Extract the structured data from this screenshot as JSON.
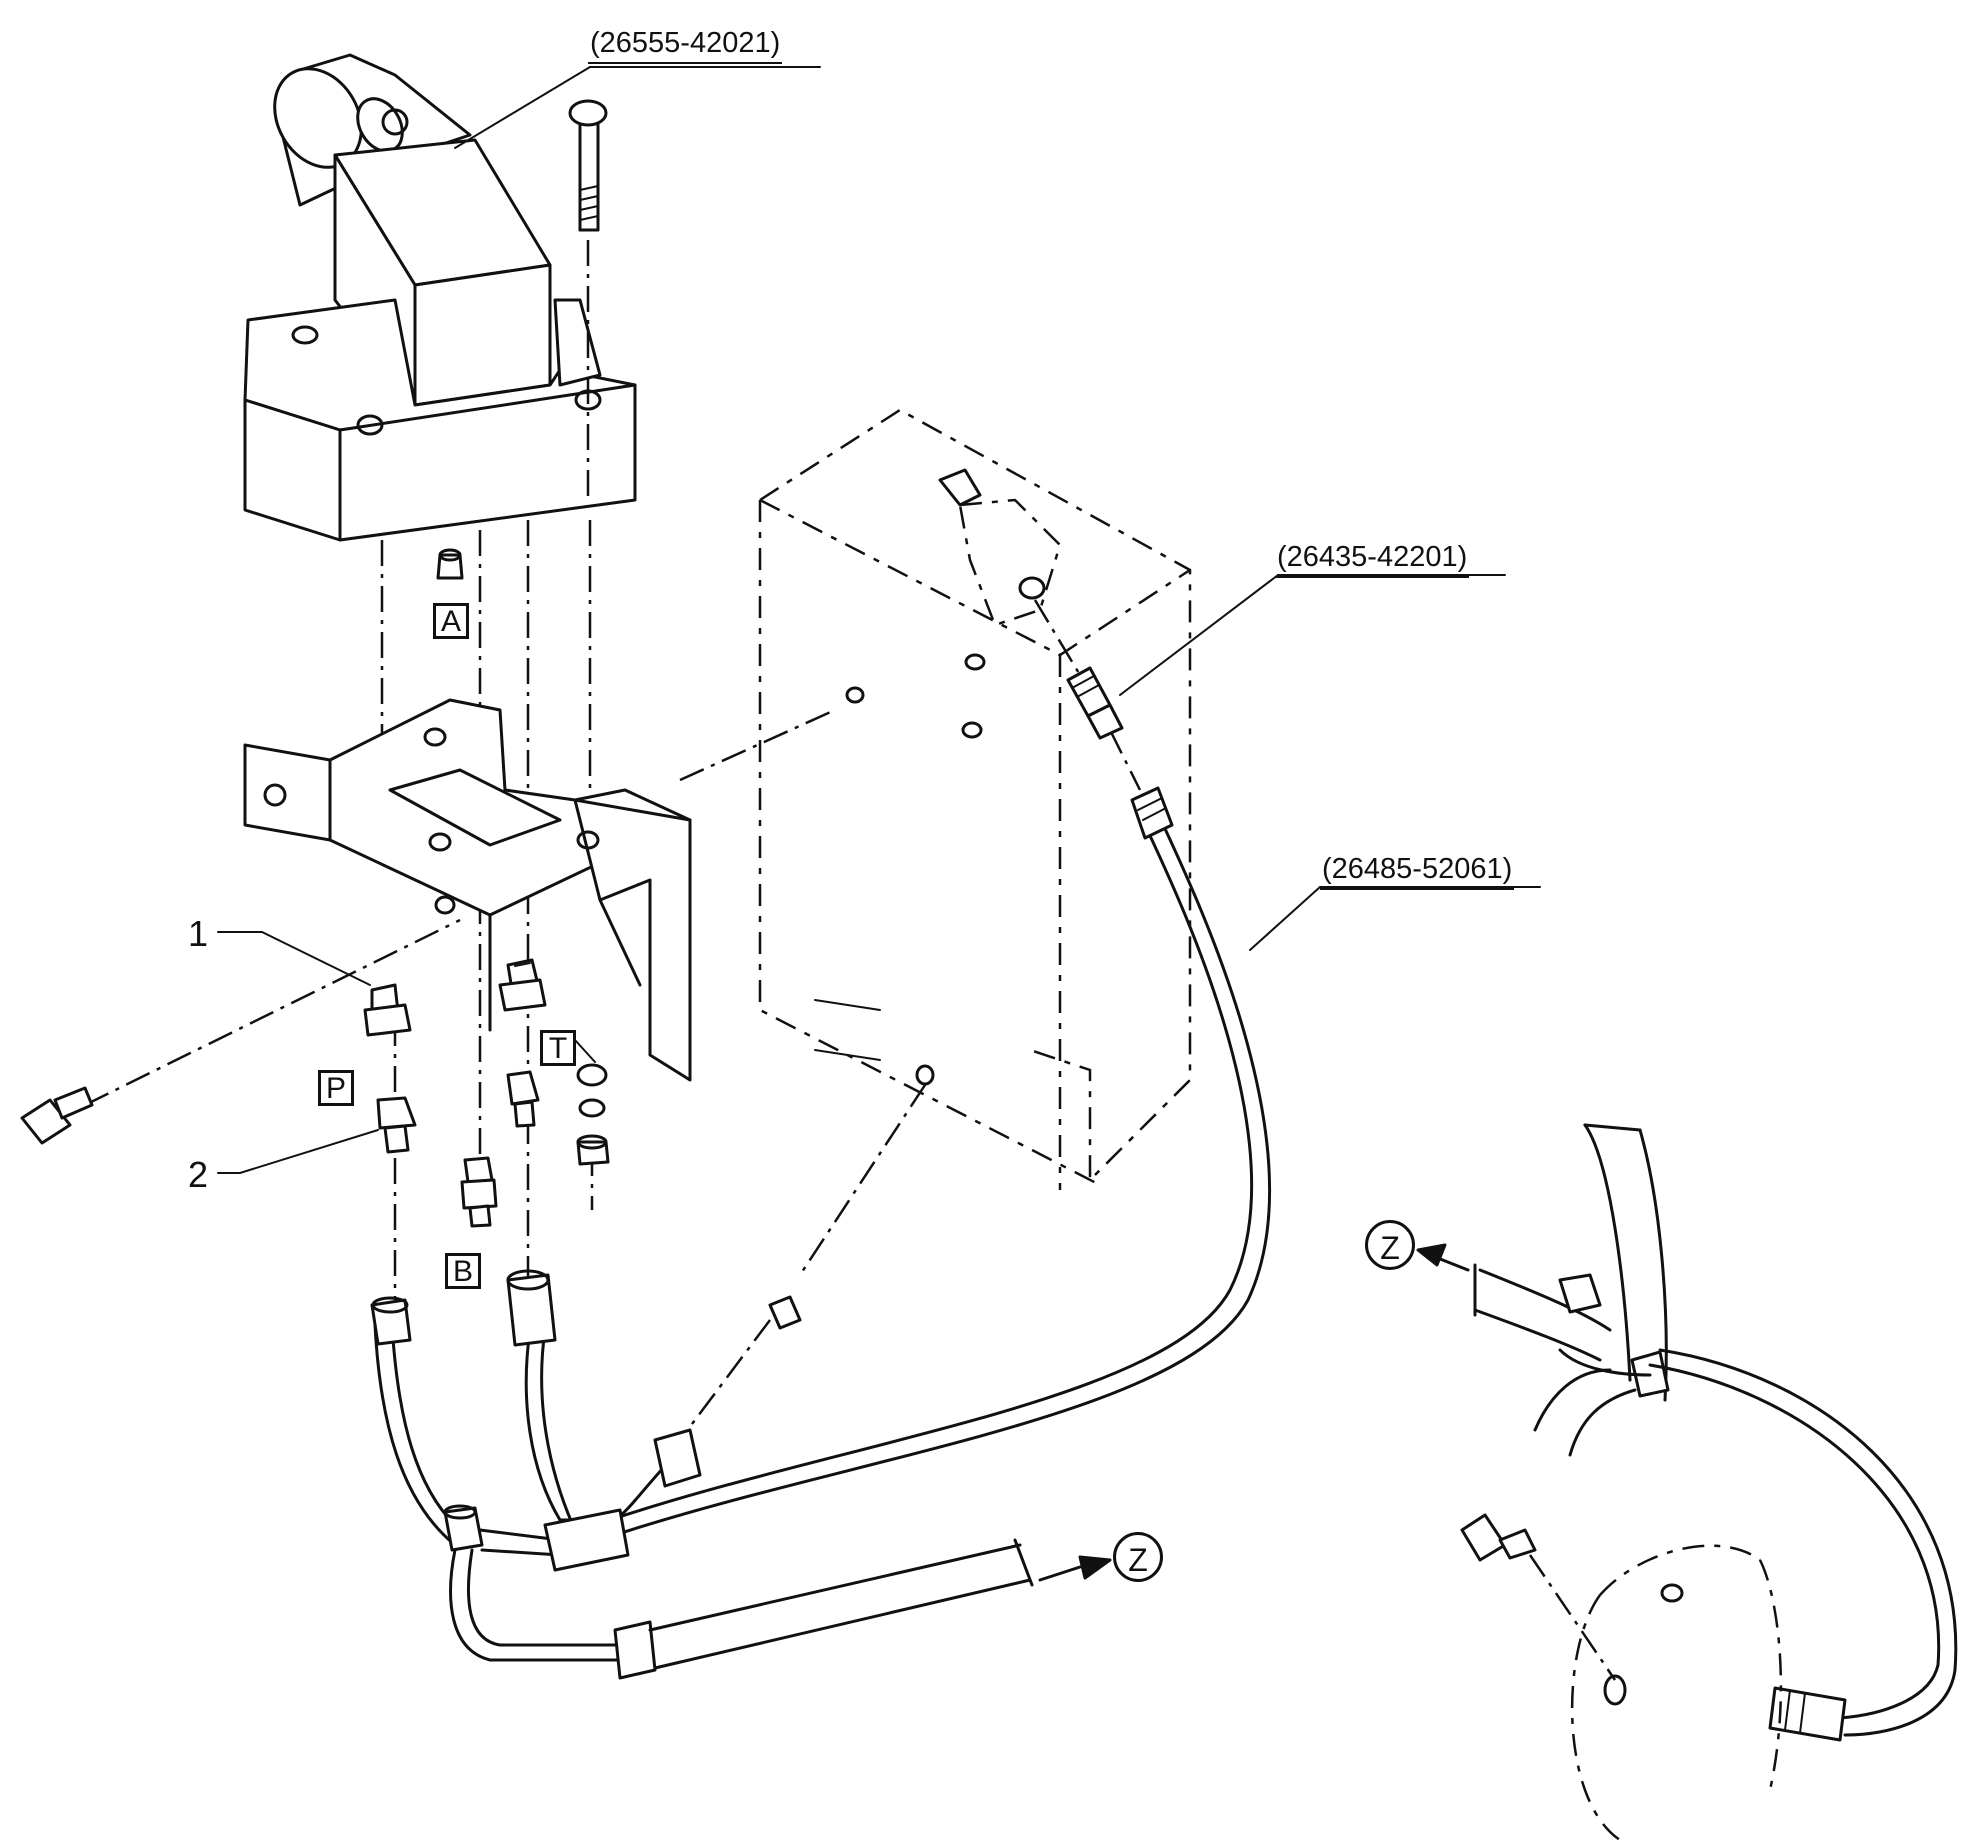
{
  "part_numbers": {
    "control_valve": "(26555-42021)",
    "adapter_fitting": "(26435-42201)",
    "hose": "(26485-52061)"
  },
  "callouts": {
    "item_1": "1",
    "item_2": "2"
  },
  "ports": {
    "a": "A",
    "b": "B",
    "p": "P",
    "t": "T"
  },
  "view_marks": {
    "z_main": "Z",
    "z_detail": "Z"
  },
  "colors": {
    "line": "#111111",
    "background": "#ffffff"
  }
}
